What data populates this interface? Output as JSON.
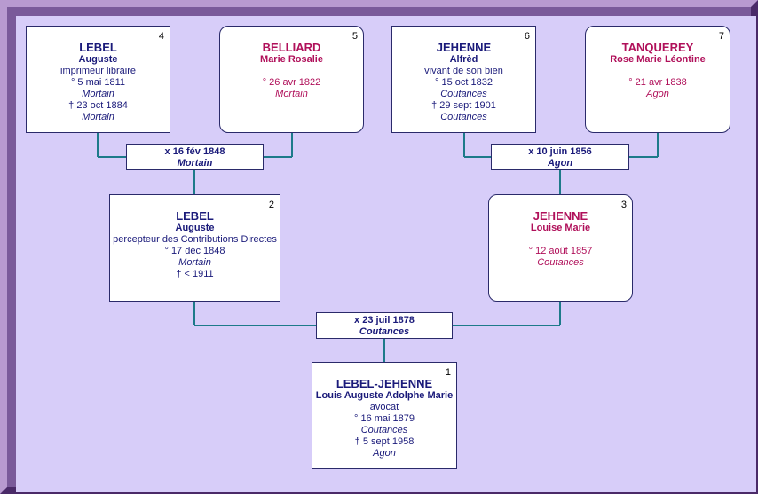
{
  "colors": {
    "male": "#1a1a7a",
    "female": "#b0105a",
    "connector": "#1d7a8a",
    "background": "#d7cdf9"
  },
  "persons": {
    "p1": {
      "num": "1",
      "surname": "LEBEL-JEHENNE",
      "given": "Louis Auguste Adolphe Marie",
      "occupation": "avocat",
      "birth": "° 16 mai 1879",
      "birth_place": "Coutances",
      "death": "† 5 sept 1958",
      "death_place": "Agon"
    },
    "p2": {
      "num": "2",
      "surname": "LEBEL",
      "given": "Auguste",
      "occupation": "percepteur des Contributions Directes",
      "birth": "° 17 déc 1848",
      "birth_place": "Mortain",
      "death": "† < 1911"
    },
    "p3": {
      "num": "3",
      "surname": "JEHENNE",
      "given": "Louise Marie",
      "birth": "° 12 août 1857",
      "birth_place": "Coutances"
    },
    "p4": {
      "num": "4",
      "surname": "LEBEL",
      "given": "Auguste",
      "occupation": "imprimeur libraire",
      "birth": "° 5 mai 1811",
      "birth_place": "Mortain",
      "death": "† 23 oct 1884",
      "death_place": "Mortain"
    },
    "p5": {
      "num": "5",
      "surname": "BELLIARD",
      "given": "Marie Rosalie",
      "birth": "° 26 avr 1822",
      "birth_place": "Mortain"
    },
    "p6": {
      "num": "6",
      "surname": "JEHENNE",
      "given": "Alfrèd",
      "occupation": "vivant de son bien",
      "birth": "° 15 oct 1832",
      "birth_place": "Coutances",
      "death": "† 29 sept 1901",
      "death_place": "Coutances"
    },
    "p7": {
      "num": "7",
      "surname": "TANQUEREY",
      "given": "Rose Marie Léontine",
      "birth": "° 21 avr 1838",
      "birth_place": "Agon"
    }
  },
  "marriages": {
    "m45": {
      "date": "x 16 fév 1848",
      "place": "Mortain"
    },
    "m67": {
      "date": "x 10 juin 1856",
      "place": "Agon"
    },
    "m23": {
      "date": "x 23 juil 1878",
      "place": "Coutances"
    }
  }
}
